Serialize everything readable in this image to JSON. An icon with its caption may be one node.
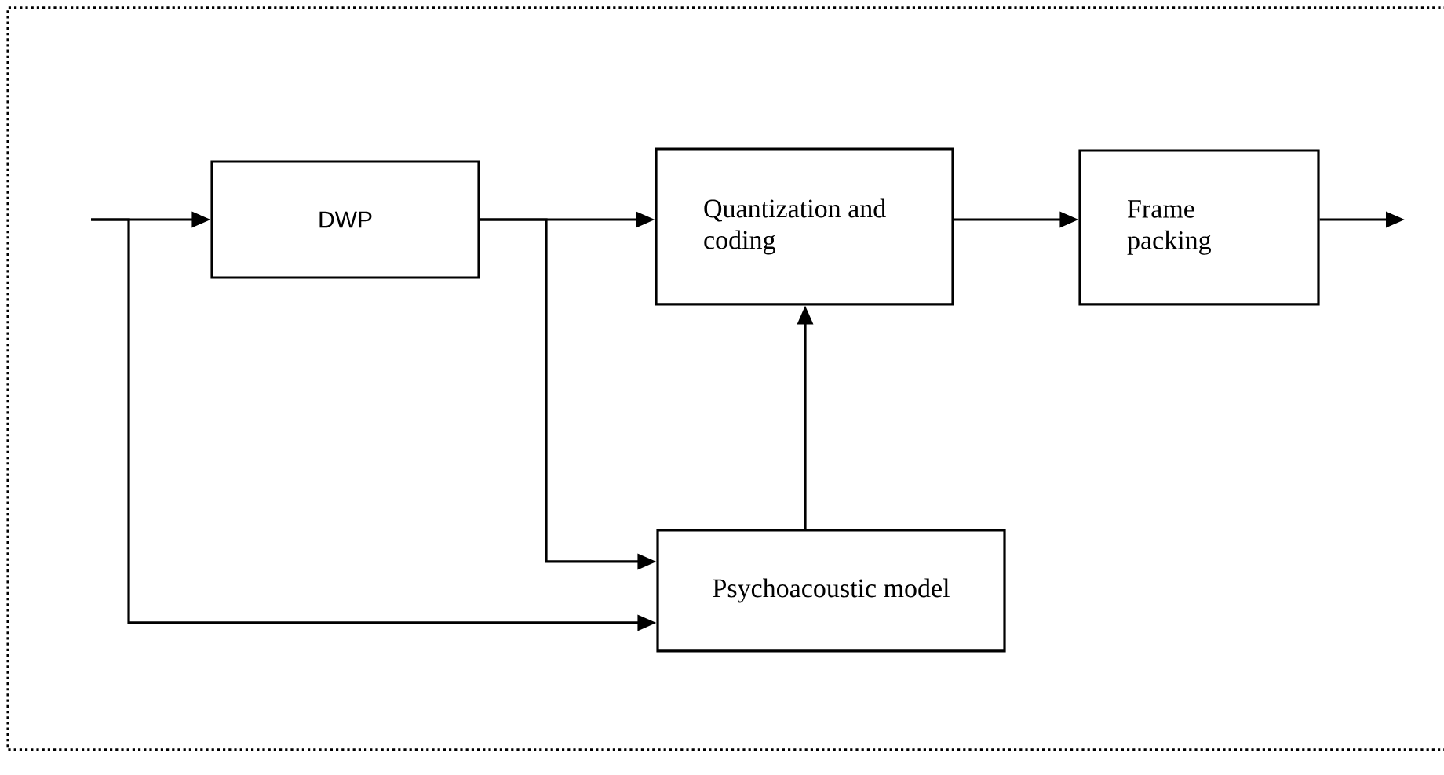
{
  "diagram": {
    "nodes": [
      {
        "text": [
          "DWP"
        ]
      },
      {
        "text": [
          "Quantization and coding"
        ]
      },
      {
        "text": [
          "Frame packing"
        ]
      },
      {
        "text": [
          "Psychoacoustic model"
        ]
      }
    ],
    "edges": [
      {
        "from": null,
        "to": 0,
        "arrow": "to"
      },
      {
        "from": null,
        "to": 3,
        "arrow": "to"
      },
      {
        "from": 0,
        "to": 1,
        "arrow": "to"
      },
      {
        "from": 0,
        "to": 3,
        "arrow": "to"
      },
      {
        "from": 3,
        "to": 1,
        "arrow": "to"
      },
      {
        "from": 1,
        "to": 2,
        "arrow": "to"
      },
      {
        "from": 2,
        "to": null,
        "arrow": "to"
      }
    ]
  }
}
